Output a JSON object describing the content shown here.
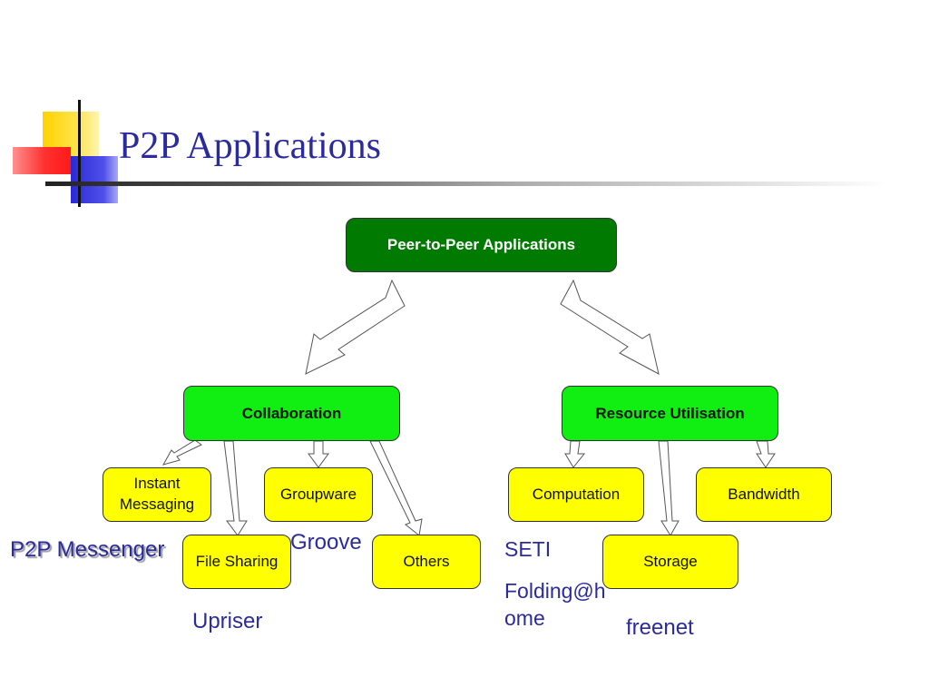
{
  "title": "P2P Applications",
  "diagram": {
    "root": "Peer-to-Peer Applications",
    "categories": {
      "collaboration": "Collaboration",
      "resource": "Resource Utilisation"
    },
    "leaves": {
      "instant_messaging": "Instant\nMessaging",
      "groupware": "Groupware",
      "file_sharing": "File Sharing",
      "others": "Others",
      "computation": "Computation",
      "bandwidth": "Bandwidth",
      "storage": "Storage"
    },
    "examples": {
      "p2p_messenger": "P2P Messenger",
      "groove": "Groove",
      "upriser": "Upriser",
      "seti": "SETI",
      "folding": "Folding@h\nome",
      "freenet": "freenet"
    }
  },
  "colors": {
    "title": "#2b2b9e",
    "root_fill": "#007a00",
    "category_fill": "#11ee11",
    "leaf_fill": "#ffff00",
    "example_text": "#2b2b9e"
  }
}
